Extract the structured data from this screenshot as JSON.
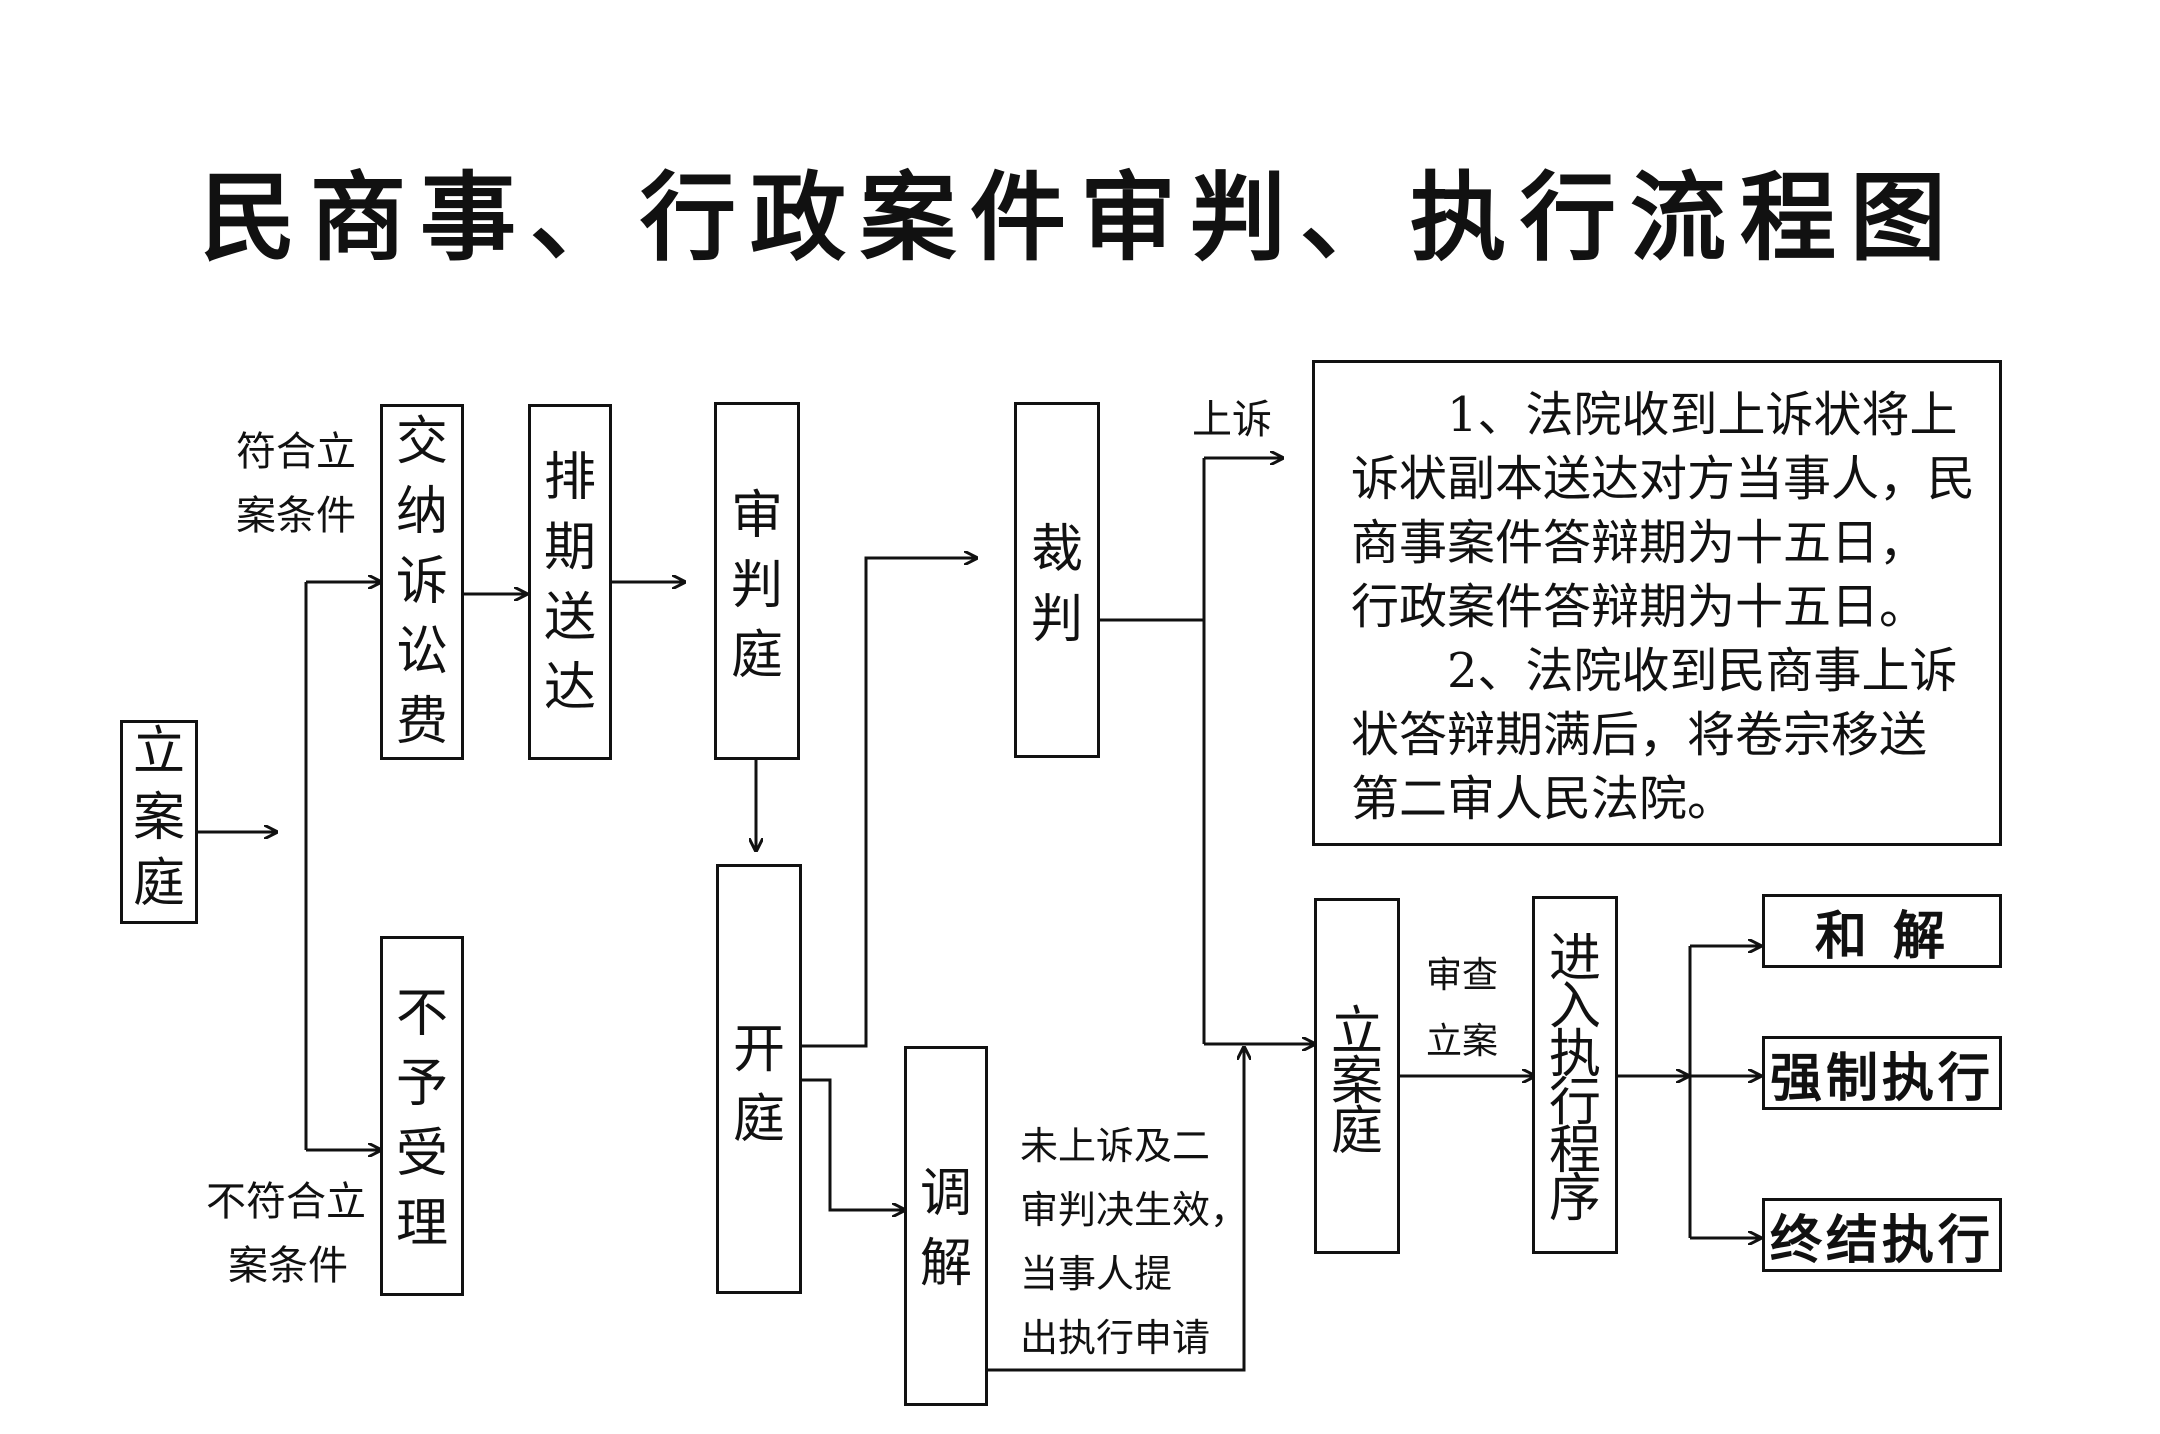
{
  "title": "民商事、行政案件审判、执行流程图",
  "boxes": {
    "lian_ting_1": "立\n案\n庭",
    "jiaona": "交\n纳\n诉\n讼\n费",
    "paiqi": "排\n期\n送\n达",
    "shenpan_ting": "审\n判\n庭",
    "caipan": "裁\n判",
    "kaiting": "开\n庭",
    "tiaojie": "调\n解",
    "buyu": "不\n予\n受\n理",
    "lian_ting_2": "立\n案\n庭",
    "jinru": "进\n入\n执\n行\n程\n序",
    "hejie": "和  解",
    "qiangzhi": "强制执行",
    "zhongjie": "终结执行"
  },
  "labels": {
    "fuhe_line1": "符合立",
    "fuhe_line2": "案条件",
    "bufuhe_line1": "不符合立",
    "bufuhe_line2": "案条件",
    "shangsu": "上诉",
    "shencha_line1": "审查",
    "shencha_line2": "立案",
    "weishangsu_line1": "未上诉及二",
    "weishangsu_line2": "审判决生效，",
    "weishangsu_line3": "当事人提",
    "weishangsu_line4": "出执行申请"
  },
  "note": {
    "p1_line1": "1、法院收到上诉状将上",
    "p1_line2": "诉状副本送达对方当事人，民",
    "p1_line3": "商事案件答辩期为十五日，",
    "p1_line4": "行政案件答辩期为十五日。",
    "p2_line1": "2、法院收到民商事上诉",
    "p2_line2": "状答辩期满后，将卷宗移送",
    "p2_line3": "第二审人民法院。"
  }
}
